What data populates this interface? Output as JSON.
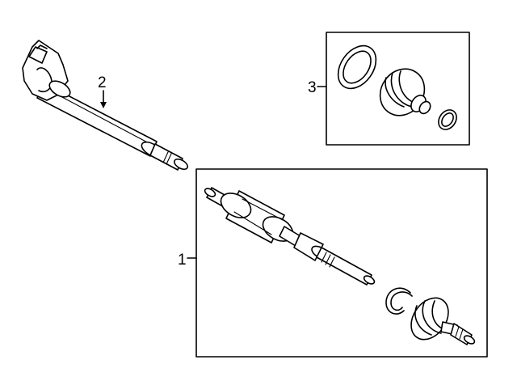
{
  "callouts": {
    "axle_assembly": "1",
    "intermediate_shaft": "2",
    "boot_kit": "3"
  },
  "colors": {
    "line": "#000000",
    "background": "#ffffff"
  }
}
